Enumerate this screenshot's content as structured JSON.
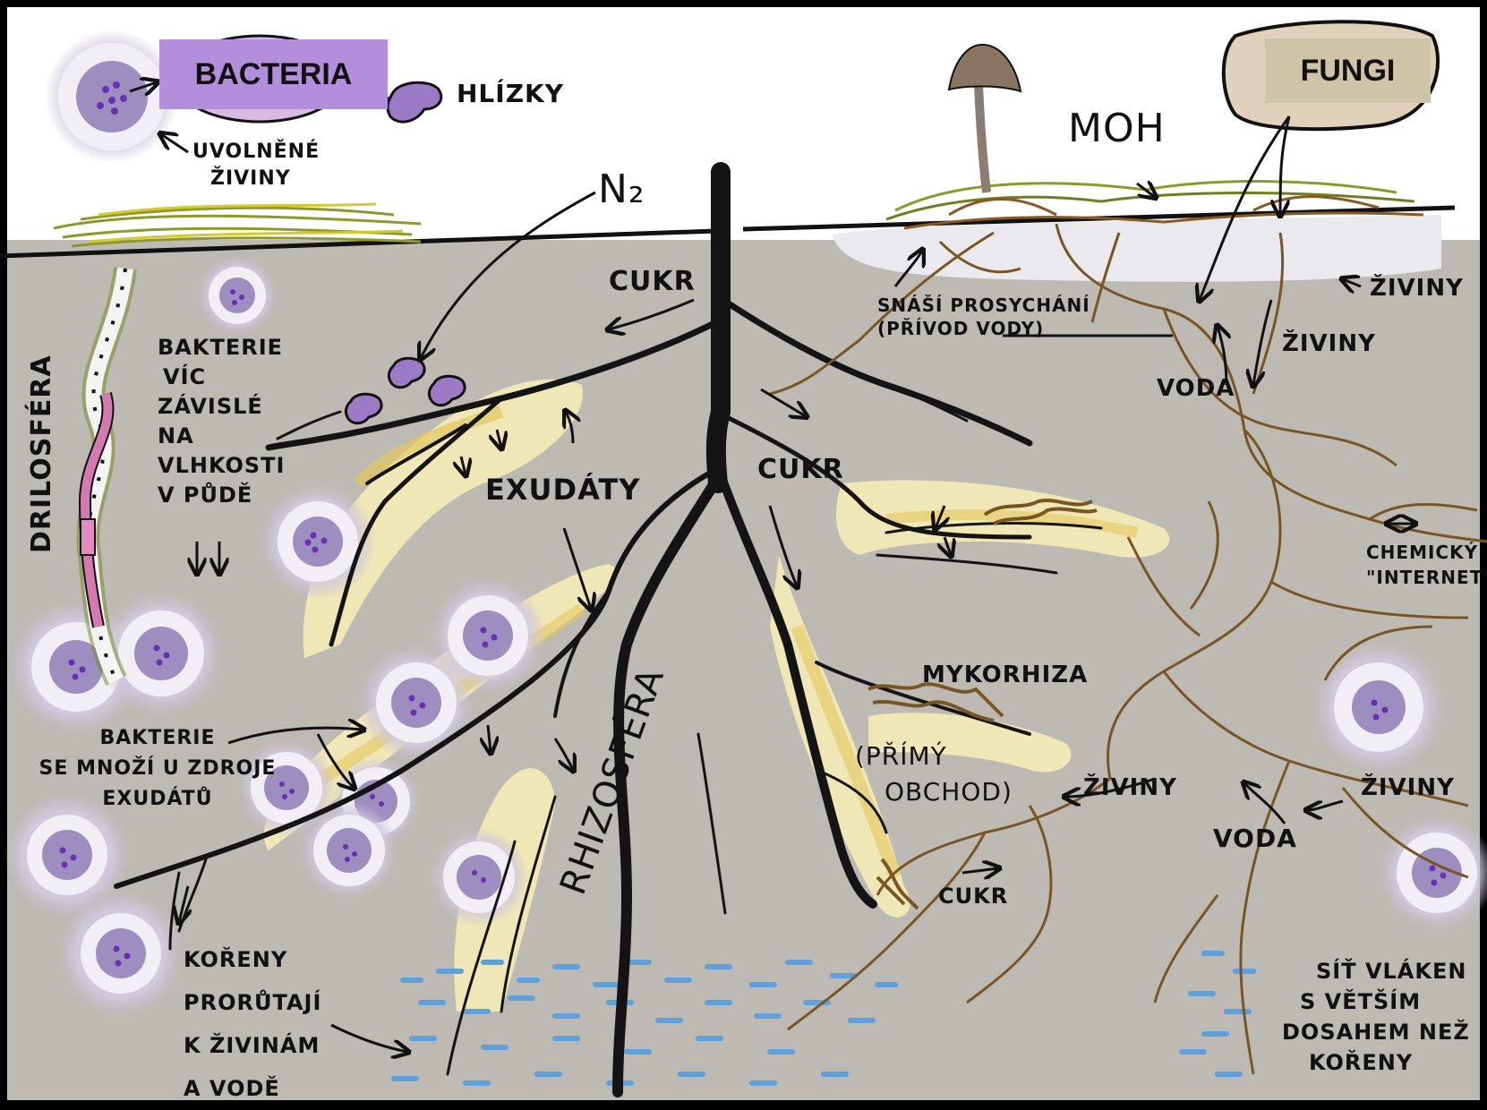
{
  "colors": {
    "sky": "#ffffff",
    "soil": "#bdbab3",
    "root": "#141414",
    "hyphae": "#7a5524",
    "rhizosphere": "#efe7b6",
    "rhizosphere_core": "#e2c85e",
    "bacteria_halo": "#ccc6d8",
    "bacteria_core": "#8a72b0",
    "bacteria_dots": "#6a2fb5",
    "grass": "#8d9a2a",
    "water": "#5ea0dc",
    "bacteria_tag": "#b38fdb",
    "fungi_tag": "#cfc3a8"
  },
  "tags": {
    "bacteria": "BACTERIA",
    "fungi": "FUNGI"
  },
  "labels": {
    "hlizky": "HLÍZKY",
    "uvolnene": "UVOLNĚNÉ",
    "ziviny_top": "ŽIVINY",
    "n2": "N₂",
    "moh": "MOH",
    "cukr1": "CUKR",
    "cukr2": "CUKR",
    "cukr3": "CUKR",
    "bakterie_vic": [
      "BAKTERIE",
      "VÍC",
      "ZÁVISLÉ",
      "NA",
      "VLHKOSTI",
      "V PŮDĚ"
    ],
    "exudaty": "EXUDÁTY",
    "drilosfera": "DRILOSFÉRA",
    "rhizosfera": "RHIZOSFÉRA",
    "snasi": "SNÁŠÍ PROSYCHÁNÍ",
    "privod": "(PŘÍVOD VODY)",
    "ziviny1": "ŽIVINY",
    "ziviny2": "ŽIVINY",
    "ziviny3": "ŽIVINY",
    "ziviny4": "ŽIVINY",
    "voda1": "VODA",
    "voda2": "VODA",
    "chemicky": "CHEMICKÝ",
    "internet": "\"INTERNET\"",
    "mykorhiza": "MYKORHIZA",
    "primy": "(PŘÍMÝ",
    "obchod": "OBCHOD)",
    "bakterie_mnozi": [
      "BAKTERIE",
      "SE MNOŽÍ U ZDROJE",
      "EXUDÁTŮ"
    ],
    "koreny": [
      "KOŘENY",
      "PRORŮTAJÍ",
      "K ŽIVINÁM",
      "A VODĚ"
    ],
    "sit": [
      "SÍŤ VLÁKEN",
      "S VĚTŠÍM",
      "DOSAHEM NEŽ",
      "KOŘENY"
    ]
  },
  "icons": [
    "mushroom-icon",
    "earthworm-icon",
    "root-nodule-icon",
    "bacteria-colony-icon",
    "fungal-hyphae-icon",
    "moss-icon",
    "water-droplets-icon"
  ]
}
